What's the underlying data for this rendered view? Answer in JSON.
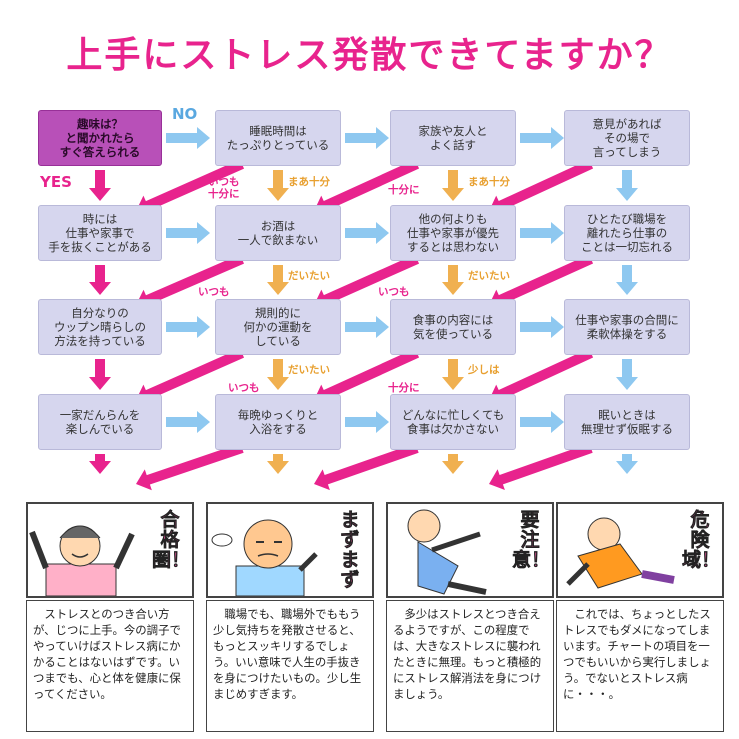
{
  "title": "上手にストレス発散できてますか？",
  "nodes": {
    "n00": "趣味は？\nと聞かれたら\nすぐ答えられる",
    "n01": "睡眠時間は\nたっぷりとっている",
    "n02": "家族や友人と\nよく話す",
    "n03": "意見があれば\nその場で\n言ってしまう",
    "n10": "時には\n仕事や家事で\n手を抜くことがある",
    "n11": "お酒は\n一人で飲まない",
    "n12": "他の何よりも\n仕事や家事が優先\nするとは思わない",
    "n13": "ひとたび職場を\n離れたら仕事の\nことは一切忘れる",
    "n20": "自分なりの\nウップン晴らしの\n方法を持っている",
    "n21": "規則的に\n何かの運動を\nしている",
    "n22": "食事の内容には\n気を使っている",
    "n23": "仕事や家事の合間に\n柔軟体操をする",
    "n30": "一家だんらんを\n楽しんでいる",
    "n31": "毎晩ゆっくりと\n入浴をする",
    "n32": "どんなに忙しくても\n食事は欠かさない",
    "n33": "眠いときは\n無理せず仮眠する"
  },
  "labels": {
    "no": "NO",
    "yes": "YES",
    "l1a": "いつも\n十分に",
    "l1b": "まあ十分",
    "l1c": "十分に",
    "l1d": "まあ十分",
    "l2a": "いつも",
    "l2b": "だいたい",
    "l2c": "いつも",
    "l2d": "だいたい",
    "l3a": "いつも",
    "l3b": "だいたい",
    "l3c": "十分に",
    "l3d": "少しは"
  },
  "results": [
    {
      "tag": "合格圏！",
      "icon": "happy-person-icon",
      "text": "ストレスとのつき合い方が、じつに上手。今の調子でやっていけばストレス病にかかることはないはずです。いつまでも、心と体を健康に保ってください。"
    },
    {
      "tag": "まずまず",
      "icon": "clapping-person-icon",
      "text": "職場でも、職場外でももう少し気持ちを発散させると、もっとスッキリするでしょう。いい意味で人生の手抜きを身につけたいもの。少し生まじめすぎます。"
    },
    {
      "tag": "要注意！",
      "icon": "stressed-person-icon",
      "text": "多少はストレスとつき合えるようですが、この程度では、大きなストレスに襲われたときに無理。もっと積極的にストレス解消法を身につけましょう。"
    },
    {
      "tag": "危険域！",
      "icon": "collapsed-person-icon",
      "text": "これでは、ちょっとしたストレスでもダメになってしまいます。チャートの項目を一つでもいいから実行しましょう。でないとストレス病に・・・。"
    }
  ],
  "colors": {
    "title": "#e8238d",
    "node": "#d6d6ee",
    "start": "#b850b8",
    "yes_arrow": "#e8238d",
    "no_arrow": "#8ec8f0",
    "mid_arrow": "#f0b050"
  }
}
